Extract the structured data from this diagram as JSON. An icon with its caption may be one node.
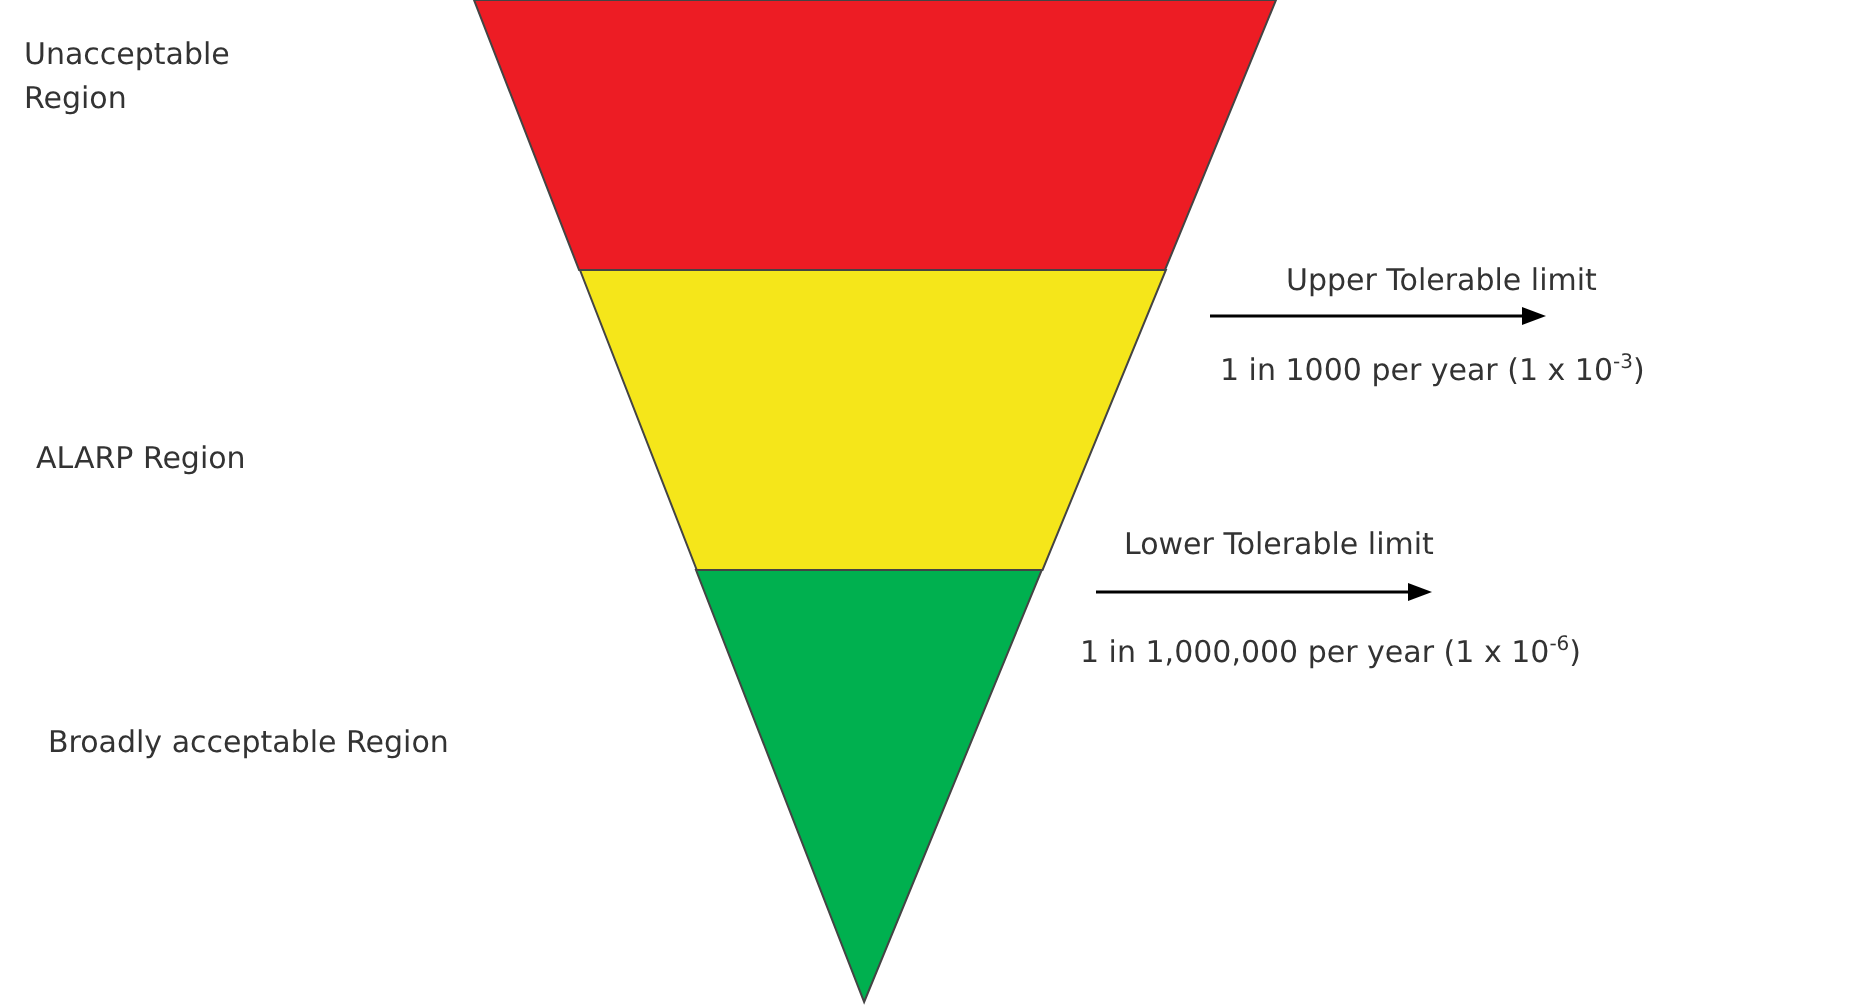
{
  "diagram": {
    "nodes": [
      {
        "text": [],
        "shape": "trapezoid"
      },
      {
        "text": [],
        "shape": "trapezoid"
      },
      {
        "text": [],
        "shape": "triangle"
      }
    ],
    "labels": [
      "Unacceptable Region",
      "Upper Tolerable limit",
      "1 in 1000 per year (1 x 10$^{-3}$)",
      "ALARP Region",
      "Lower Tolerable limit",
      "1 in 1,000,000 per year (1 x 10$^{-6}$)",
      "Broadly acceptable Region"
    ]
  }
}
